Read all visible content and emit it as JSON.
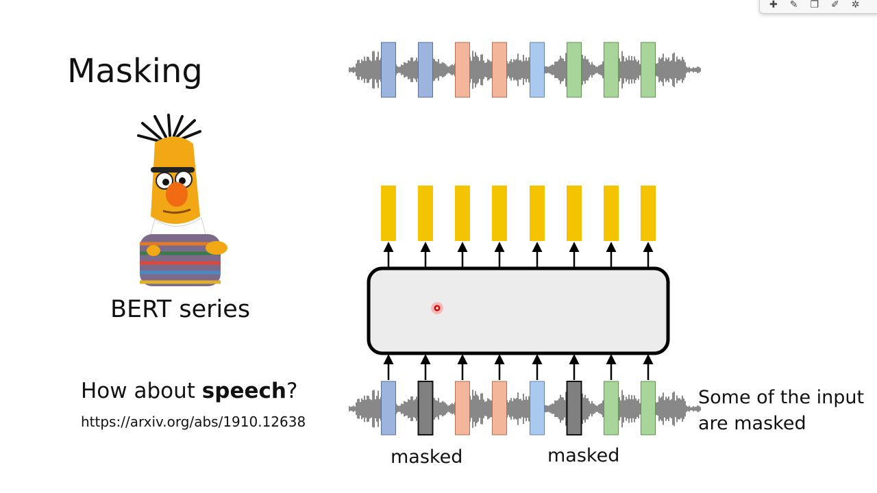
{
  "slide": {
    "title": "Masking",
    "bert_caption": "BERT series",
    "question_prefix": "How about ",
    "question_bold": "speech",
    "question_suffix": "?",
    "reference_url": "https://arxiv.org/abs/1910.12638",
    "note_line1": "Some of the input",
    "note_line2": "are masked",
    "mask_label_1": "masked",
    "mask_label_2": "masked"
  },
  "colors": {
    "blue_frame": "#9db4de",
    "orange_frame": "#f4b69a",
    "light_blue_frame": "#a9c9ee",
    "green_frame": "#a8d69a",
    "masked_frame": "#808080",
    "output_vector": "#f5c400",
    "encoder_fill": "#ececec",
    "pointer": "#d40000"
  },
  "icons": [
    "pin-icon",
    "pen-icon",
    "copy-icon",
    "edit-icon",
    "settings-icon"
  ]
}
